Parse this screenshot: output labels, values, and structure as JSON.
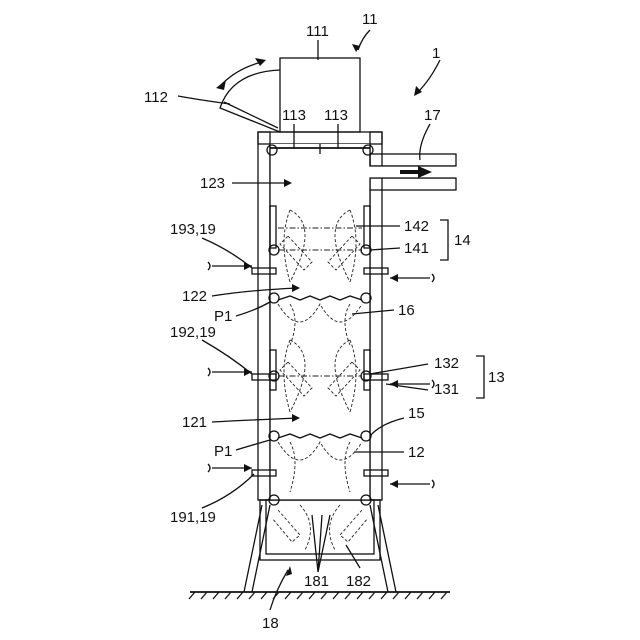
{
  "labels": {
    "l_11": "11",
    "l_111": "111",
    "l_1": "1",
    "l_112": "112",
    "l_113a": "113",
    "l_113b": "113",
    "l_17": "17",
    "l_123": "123",
    "l_193": "193,19",
    "l_142": "142",
    "l_141": "141",
    "l_14": "14",
    "l_122": "122",
    "l_p1a": "P1",
    "l_16": "16",
    "l_192": "192,19",
    "l_132": "132",
    "l_131": "131",
    "l_13": "13",
    "l_121": "121",
    "l_15": "15",
    "l_p1b": "P1",
    "l_12": "12",
    "l_191": "191,19",
    "l_181": "181",
    "l_182": "182",
    "l_18": "18"
  }
}
